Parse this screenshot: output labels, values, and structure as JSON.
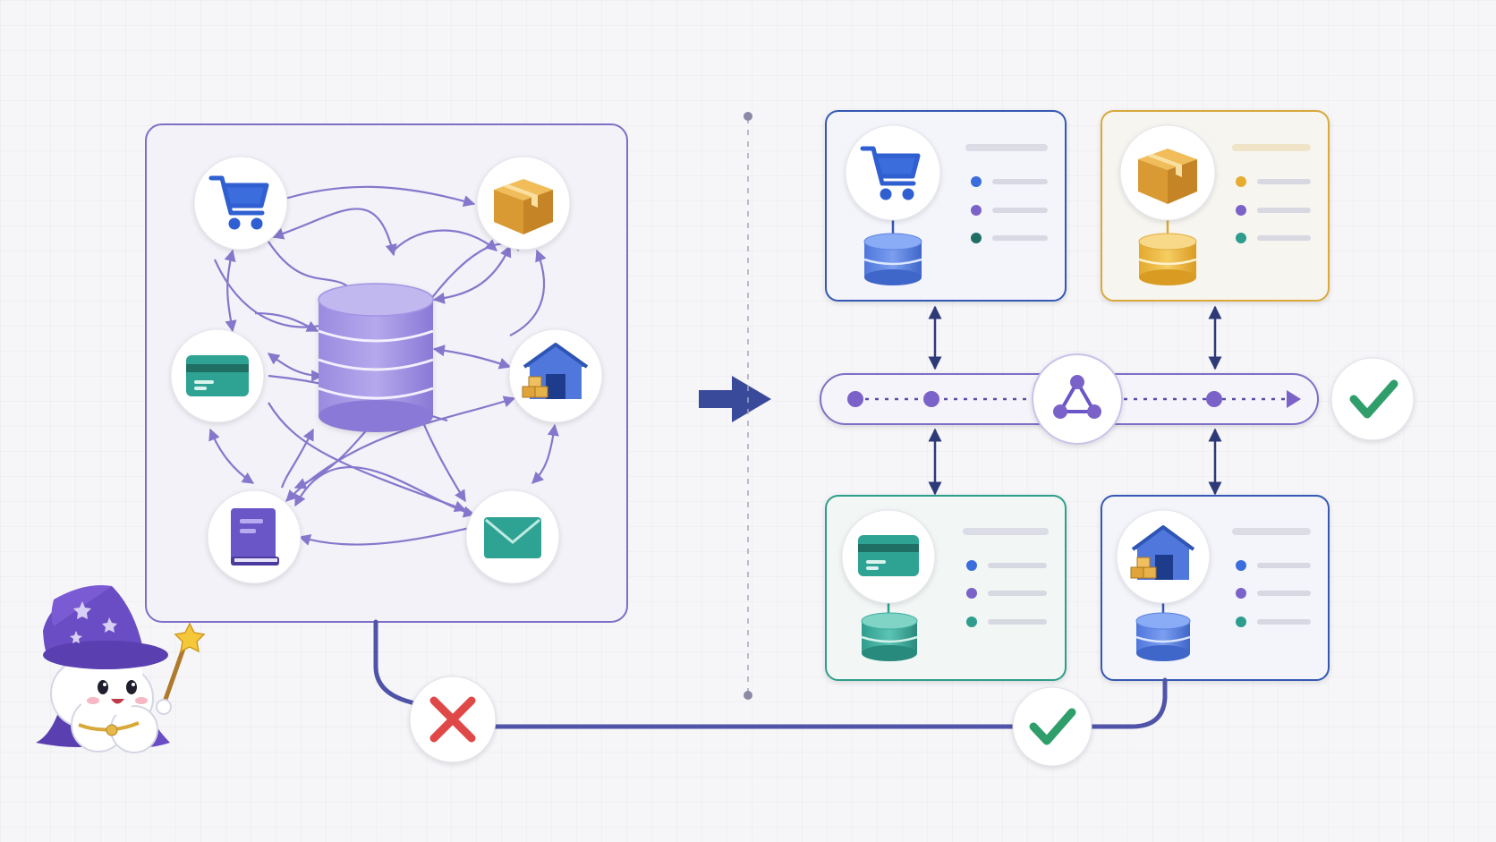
{
  "diagram": {
    "left_panel": {
      "center": "shared-database",
      "nodes": [
        "cart-icon",
        "package-icon",
        "credit-card-icon",
        "warehouse-icon",
        "book-icon",
        "envelope-icon"
      ],
      "connection_style": "tangled-many-to-many"
    },
    "right_panel": {
      "services": [
        {
          "icon": "cart-icon",
          "db_color": "#4f77dc",
          "border": "#3558b4"
        },
        {
          "icon": "package-icon",
          "db_color": "#e9b63c",
          "border": "#d8a93a"
        },
        {
          "icon": "credit-card-icon",
          "db_color": "#34a99b",
          "border": "#2f9e8b"
        },
        {
          "icon": "warehouse-icon",
          "db_color": "#4f77dc",
          "border": "#3558b4"
        }
      ],
      "hub": "event-bus",
      "status": "check-icon"
    },
    "outcomes": {
      "left": "cross-icon",
      "right": "check-icon"
    },
    "colors": {
      "accent_purple": "#7b6ac8",
      "navy": "#3a4a9a",
      "red": "#e04848",
      "green": "#2f9e6b"
    }
  }
}
